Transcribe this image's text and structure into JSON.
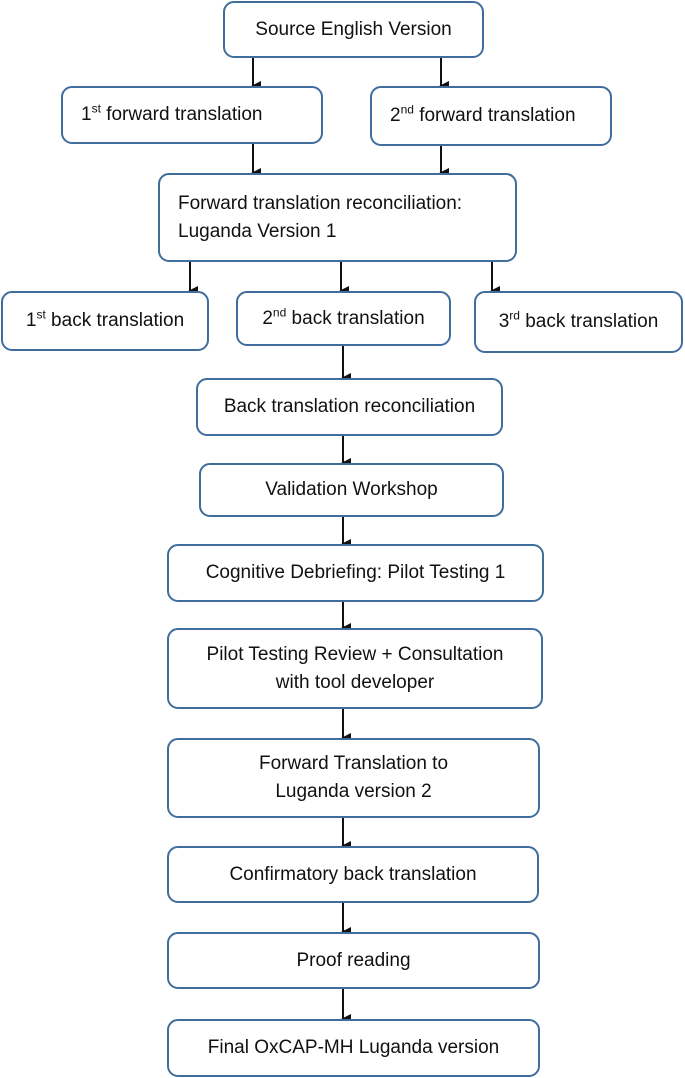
{
  "nodes": {
    "source": "Source English Version",
    "fwd1": {
      "num": "1",
      "sup": "st",
      "rest": " forward translation"
    },
    "fwd2": {
      "num": "2",
      "sup": "nd",
      "rest": " forward translation"
    },
    "reconcile": {
      "line1": "Forward translation reconciliation:",
      "line2": "Luganda Version 1"
    },
    "back1": {
      "num": "1",
      "sup": "st",
      "rest": " back translation"
    },
    "back2": {
      "num": "2",
      "sup": "nd",
      "rest": " back translation"
    },
    "back3": {
      "num": "3",
      "sup": "rd",
      "rest": " back translation"
    },
    "back_reconcile": "Back translation reconciliation",
    "validation": "Validation Workshop",
    "cognitive": "Cognitive Debriefing: Pilot Testing 1",
    "pilot_review": {
      "line1": "Pilot Testing Review + Consultation",
      "line2": "with tool developer"
    },
    "fwd_v2": {
      "line1": "Forward Translation to",
      "line2": "Luganda version 2"
    },
    "confirmatory": "Confirmatory back translation",
    "proof": "Proof reading",
    "final": "Final OxCAP-MH Luganda version"
  }
}
